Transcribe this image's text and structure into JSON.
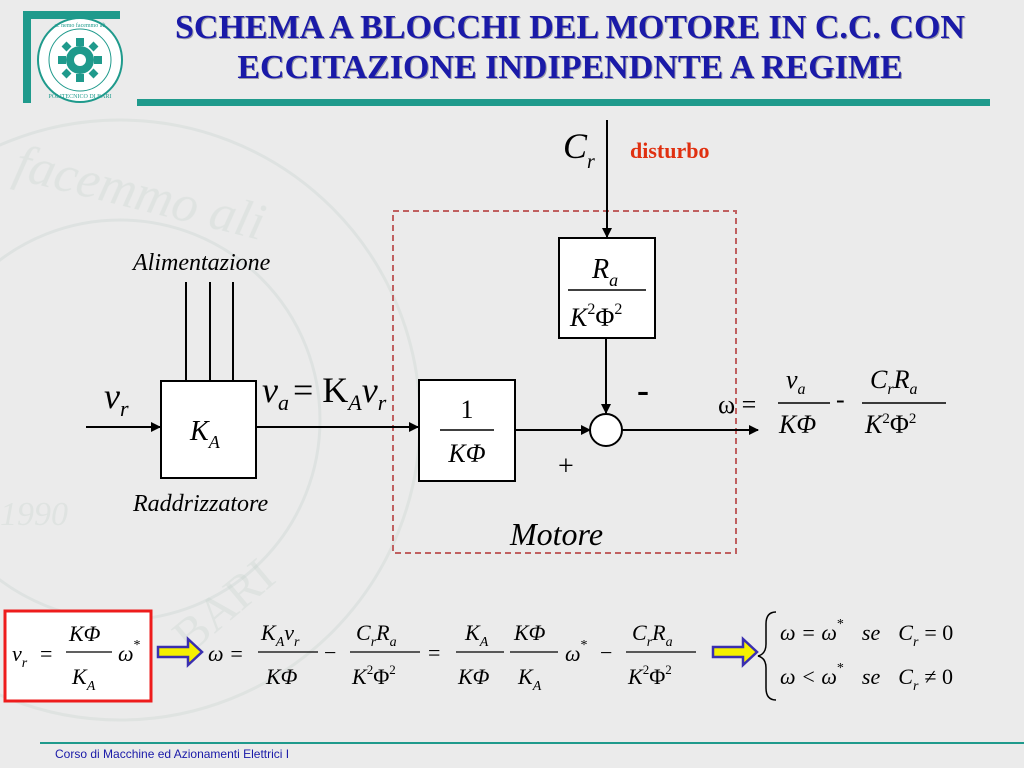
{
  "slide": {
    "title_line1": "SCHEMA A BLOCCHI DEL MOTORE IN C.C. CON",
    "title_line2": "ECCITAZIONE INDIPENDNTE A REGIME",
    "footer": "Corso di Macchine ed Azionamenti Elettrici I"
  },
  "logo": {
    "text_top": "ac nemo facemmo ali",
    "text_bottom": "POLITECNICO DI BARI"
  },
  "watermark": {
    "text_top": "facemmo ali",
    "year": "1990",
    "text_bottom": "BARI"
  },
  "diagram": {
    "alimentazione_label": "Alimentazione",
    "raddrizzatore_label": "Raddrizzatore",
    "motore_label": "Motore",
    "disturbo_label": "disturbo",
    "plus_sign": "+",
    "minus_sign": "-",
    "input_symbol": "v",
    "input_sub": "r",
    "block_ka_symbol": "K",
    "block_ka_sub": "A",
    "va_eq_va": "v",
    "va_eq_a": "a",
    "va_eq_eq": "= K",
    "va_eq_A": "A",
    "va_eq_v": "v",
    "va_eq_r": "r",
    "block_kphi_num": "1",
    "block_kphi_den": "KΦ",
    "cr_C": "C",
    "cr_r": "r",
    "ra_R": "R",
    "ra_a": "a",
    "ra_den_K": "K",
    "ra_den_2": "2",
    "ra_den_Phi": "Φ",
    "ra_den_2b": "2",
    "omega_lhs": "ω =",
    "omega_f1_num_v": "v",
    "omega_f1_num_a": "a",
    "omega_f1_den": "KΦ",
    "omega_minus": "-",
    "omega_f2_num_C": "C",
    "omega_f2_num_r": "r",
    "omega_f2_num_R": "R",
    "omega_f2_num_a": "a",
    "omega_f2_den_K": "K",
    "omega_f2_den_2": "2",
    "omega_f2_den_Phi": "Φ",
    "omega_f2_den_2b": "2"
  },
  "equations": {
    "box_v": "v",
    "box_r": "r",
    "box_eq": "=",
    "box_num": "KΦ",
    "box_den_K": "K",
    "box_den_A": "A",
    "box_omega": "ω",
    "box_star": "*",
    "e1_omega": "ω =",
    "e1_n1_K": "K",
    "e1_n1_A": "A",
    "e1_n1_v": "v",
    "e1_n1_r": "r",
    "e1_d1": "KΦ",
    "e1_minus": "−",
    "e1_n2_C": "C",
    "e1_n2_r": "r",
    "e1_n2_R": "R",
    "e1_n2_a": "a",
    "e1_d2_K": "K",
    "e1_d2_2": "2",
    "e1_d2_Phi": "Φ",
    "e1_d2_2b": "2",
    "e1_eq": "=",
    "e1_n3_K": "K",
    "e1_n3_A": "A",
    "e1_d3": "KΦ",
    "e1_n4": "KΦ",
    "e1_d4_K": "K",
    "e1_d4_A": "A",
    "e1_omega2": "ω",
    "e1_star": "*",
    "e1_minus2": "−",
    "e1_n5_C": "C",
    "e1_n5_r": "r",
    "e1_n5_R": "R",
    "e1_n5_a": "a",
    "e1_d5_K": "K",
    "e1_d5_2": "2",
    "e1_d5_Phi": "Φ",
    "e1_d5_2b": "2",
    "c1_lhs": "ω = ω",
    "c1_star": "*",
    "c1_se": "se",
    "c1_C": "C",
    "c1_r": "r",
    "c1_rel": "= 0",
    "c2_lhs": "ω < ω",
    "c2_star": "*",
    "c2_se": "se",
    "c2_C": "C",
    "c2_r": "r",
    "c2_rel": "≠ 0"
  },
  "colors": {
    "title": "#1a1aa8",
    "accent_teal": "#1f9a8c",
    "disturbo": "#e03010",
    "highlight_box": "#ee1c1c",
    "motor_box_dash": "#c06060",
    "arrow_fill": "#f5f000",
    "arrow_stroke": "#3a2fb0"
  }
}
